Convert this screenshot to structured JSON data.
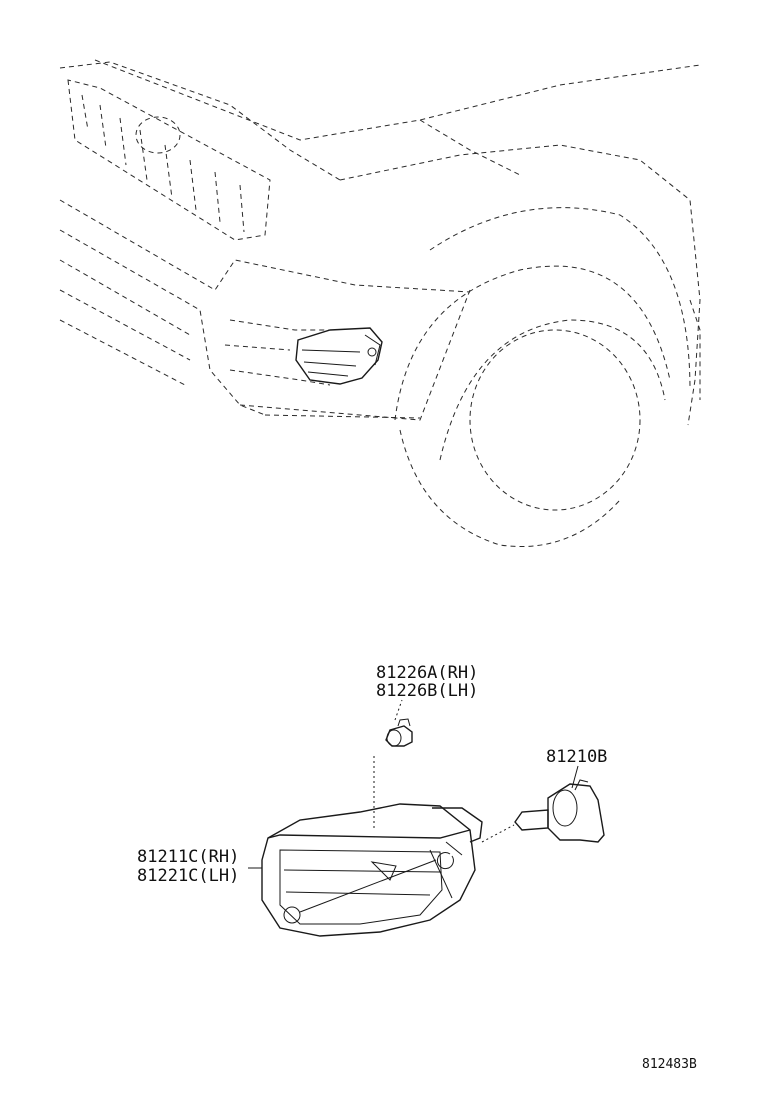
{
  "parts": {
    "socket": {
      "rh": "81226A(RH)",
      "lh": "81226B(LH)"
    },
    "bulb": {
      "number": "81210B"
    },
    "lamp": {
      "rh": "81211C(RH)",
      "lh": "81221C(LH)"
    }
  },
  "illustration_number": "812483B"
}
